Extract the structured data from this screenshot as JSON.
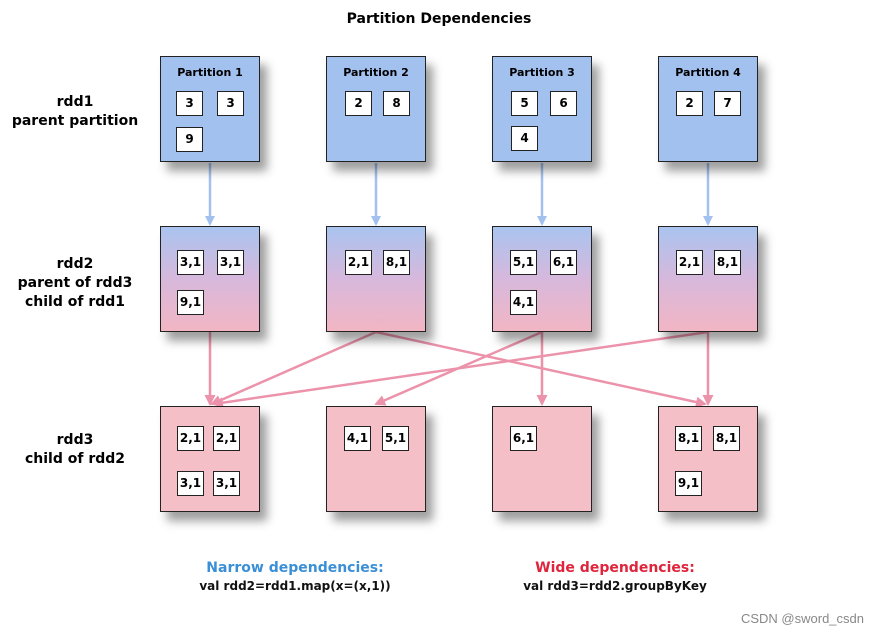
{
  "title": "Partition Dependencies",
  "rows": [
    {
      "lines": [
        "rdd1",
        "parent partition"
      ]
    },
    {
      "lines": [
        "rdd2",
        "parent of rdd3",
        "child of rdd1"
      ]
    },
    {
      "lines": [
        "rdd3",
        "child of rdd2"
      ]
    }
  ],
  "rdd1": [
    {
      "label": "Partition 1",
      "values": [
        "3",
        "3",
        "9"
      ]
    },
    {
      "label": "Partition 2",
      "values": [
        "2",
        "8"
      ]
    },
    {
      "label": "Partition 3",
      "values": [
        "5",
        "6",
        "4"
      ]
    },
    {
      "label": "Partition 4",
      "values": [
        "2",
        "7"
      ]
    }
  ],
  "rdd2": [
    {
      "values": [
        "3,1",
        "3,1",
        "9,1"
      ]
    },
    {
      "values": [
        "2,1",
        "8,1"
      ]
    },
    {
      "values": [
        "5,1",
        "6,1",
        "4,1"
      ]
    },
    {
      "values": [
        "2,1",
        "8,1"
      ]
    }
  ],
  "rdd3": [
    {
      "values": [
        "2,1",
        "2,1",
        "3,1",
        "3,1"
      ]
    },
    {
      "values": [
        "4,1",
        "5,1"
      ]
    },
    {
      "values": [
        "6,1"
      ]
    },
    {
      "values": [
        "8,1",
        "8,1",
        "9,1"
      ]
    }
  ],
  "colors": {
    "narrow_arrow": "#a3c1ee",
    "wide_arrow": "#ec93ab",
    "narrow_heading": "#3a8fd6",
    "wide_heading": "#e0243c"
  },
  "legend": {
    "narrow_heading": "Narrow dependencies:",
    "narrow_code": "val rdd2=rdd1.map(x=(x,1))",
    "wide_heading": "Wide dependencies:",
    "wide_code": "val rdd3=rdd2.groupByKey"
  },
  "watermark": "CSDN @sword_csdn"
}
